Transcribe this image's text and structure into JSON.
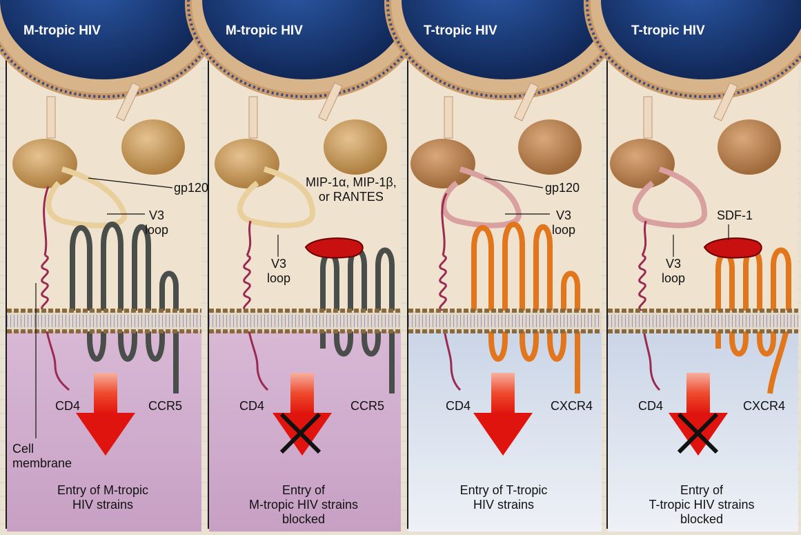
{
  "panels": [
    {
      "title": "M-tropic HIV",
      "gp120_label": "gp120",
      "v3_label": [
        "V3",
        "loop"
      ],
      "cd4_label": "CD4",
      "receptor_label": "CCR5",
      "membrane_label": [
        "Cell",
        "membrane"
      ],
      "caption": [
        "Entry of M-tropic",
        "HIV strains"
      ]
    },
    {
      "title": "M-tropic HIV",
      "ligand_label": [
        "MIP-1α, MIP-1β,",
        "or RANTES"
      ],
      "v3_label": [
        "V3",
        "loop"
      ],
      "cd4_label": "CD4",
      "receptor_label": "CCR5",
      "caption": [
        "Entry of",
        "M-tropic HIV strains",
        "blocked"
      ]
    },
    {
      "title": "T-tropic HIV",
      "gp120_label": "gp120",
      "v3_label": [
        "V3",
        "loop"
      ],
      "cd4_label": "CD4",
      "receptor_label": "CXCR4",
      "caption": [
        "Entry of T-tropic",
        "HIV strains"
      ]
    },
    {
      "title": "T-tropic HIV",
      "ligand_label": [
        "SDF-1"
      ],
      "v3_label": [
        "V3",
        "loop"
      ],
      "cd4_label": "CD4",
      "receptor_label": "CXCR4",
      "caption": [
        "Entry of",
        "T-tropic HIV strains",
        "blocked"
      ]
    }
  ],
  "colors": {
    "virus_core": "#17336d",
    "gp120": "#c2955a",
    "ccr5": "#4a4e4a",
    "cxcr4": "#e2761d",
    "cd4": "#9a2a52",
    "chemokine": "#c81010",
    "arrow": "#e8201a",
    "cytoplasm_m": "#c9a9c8",
    "cytoplasm_t": "#b9c7dd"
  },
  "icons": [
    "virus-particle",
    "downward-arrow",
    "block-x-icon"
  ]
}
